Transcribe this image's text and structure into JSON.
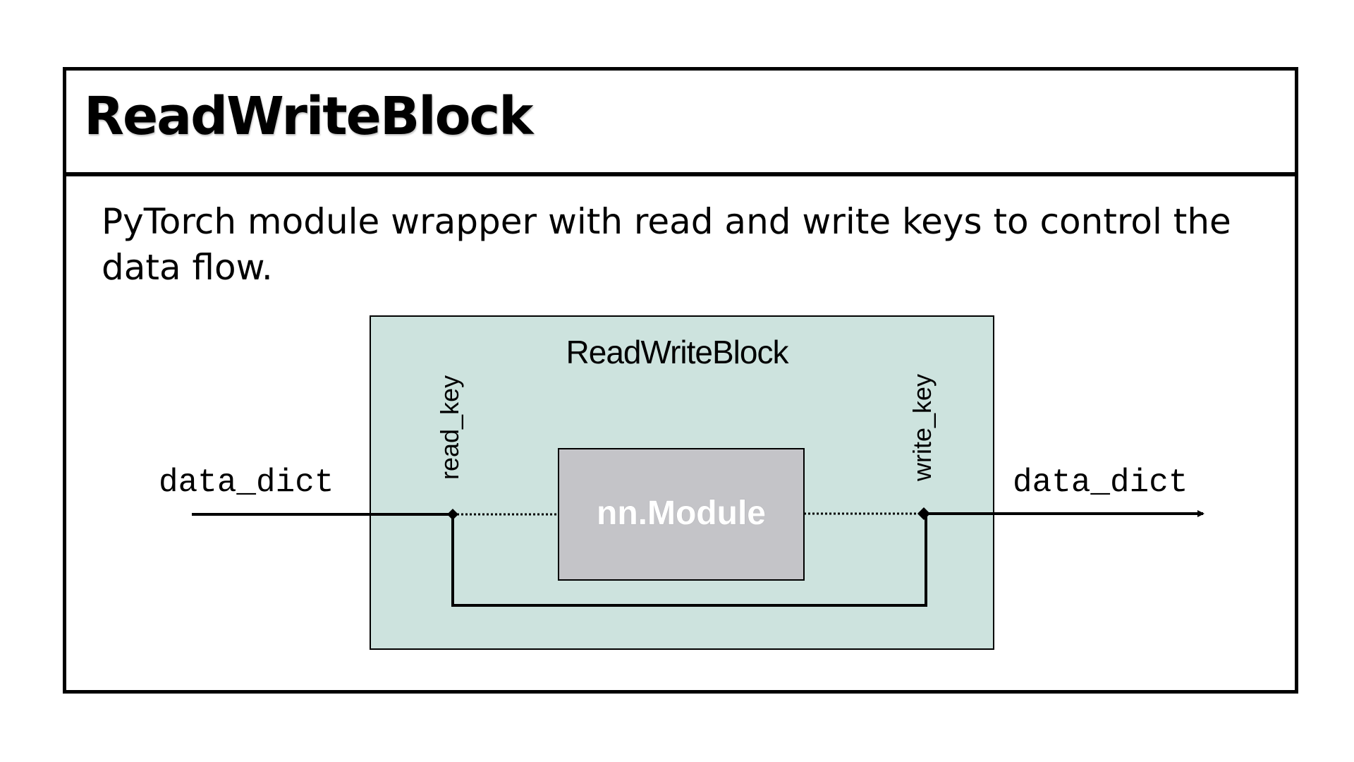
{
  "card": {
    "title": "ReadWriteBlock",
    "description": "PyTorch module wrapper with read and write keys to control the data flow."
  },
  "diagram": {
    "block_label": "ReadWriteBlock",
    "module_label": "nn.Module",
    "read_key_label": "read_key",
    "write_key_label": "write_key",
    "input_label": "data_dict",
    "output_label": "data_dict",
    "colors": {
      "block_fill": "#cde3de",
      "module_fill": "#c4c4c8",
      "module_text": "#ffffff",
      "line": "#000000"
    }
  }
}
